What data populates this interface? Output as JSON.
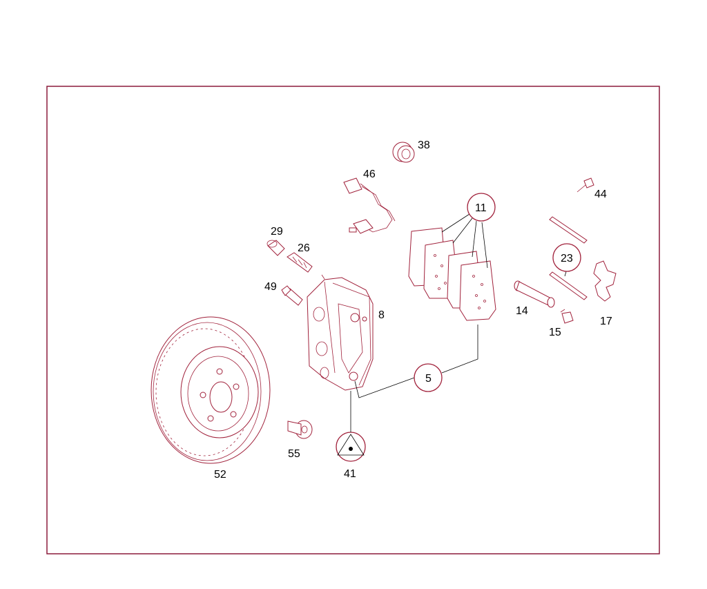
{
  "colors": {
    "frame": "#8b1a3a",
    "accent": "#a0203a",
    "ink": "#000000"
  },
  "parts": {
    "p38": "38",
    "p46": "46",
    "p44": "44",
    "p11": "11",
    "p29": "29",
    "p26": "26",
    "p23": "23",
    "p49": "49",
    "p8": "8",
    "p14": "14",
    "p15": "15",
    "p17": "17",
    "p5": "5",
    "p52": "52",
    "p55": "55",
    "p41": "41"
  }
}
